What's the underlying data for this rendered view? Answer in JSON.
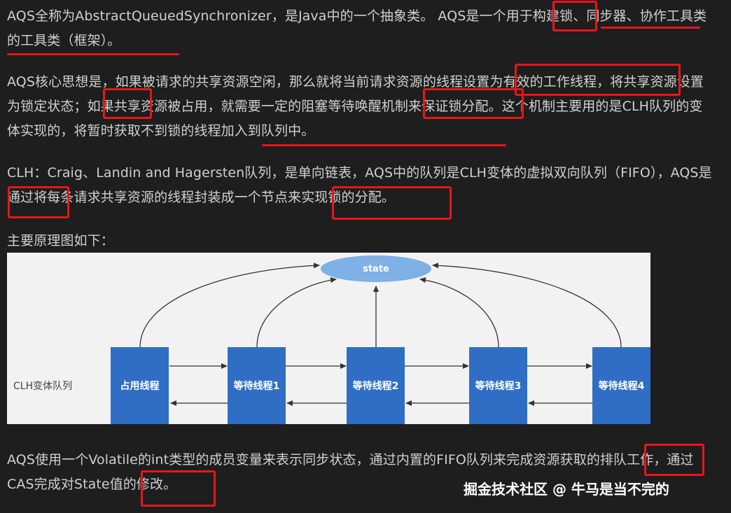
{
  "paragraphs": {
    "p1": "AQS全称为AbstractQueuedSynchronizer，是Java中的一个抽象类。 AQS是一个用于构建锁、同步器、协作工具类的工具类（框架）。",
    "p2": "AQS核心思想是，如果被请求的共享资源空闲，那么就将当前请求资源的线程设置为有效的工作线程，将共享资源设置为锁定状态；如果共享资源被占用，就需要一定的阻塞等待唤醒机制来保证锁分配。这个机制主要用的是CLH队列的变体实现的，将暂时获取不到锁的线程加入到队列中。",
    "p3": "CLH：Craig、Landin and Hagersten队列，是单向链表，AQS中的队列是CLH变体的虚拟双向队列（FIFO），AQS是通过将每条请求共享资源的线程封装成一个节点来实现锁的分配。",
    "p4": "主要原理图如下：",
    "p5": "AQS使用一个Volatile的int类型的成员变量来表示同步状态，通过内置的FIFO队列来完成资源获取的排队工作，通过CAS完成对State值的修改。"
  },
  "diagram": {
    "state_label": "state",
    "queue_label": "CLH变体队列",
    "nodes": [
      "占用线程",
      "等待线程1",
      "等待线程2",
      "等待线程3",
      "等待线程4"
    ]
  },
  "watermark": "掘金技术社区 @ 牛马是当不完的",
  "colors": {
    "background": "#1e1e1e",
    "text": "#d0d0d0",
    "highlight": "#e8161b",
    "node": "#2f6ec4",
    "state": "#7fb0e6",
    "diagram_bg": "#f2f2f2"
  }
}
